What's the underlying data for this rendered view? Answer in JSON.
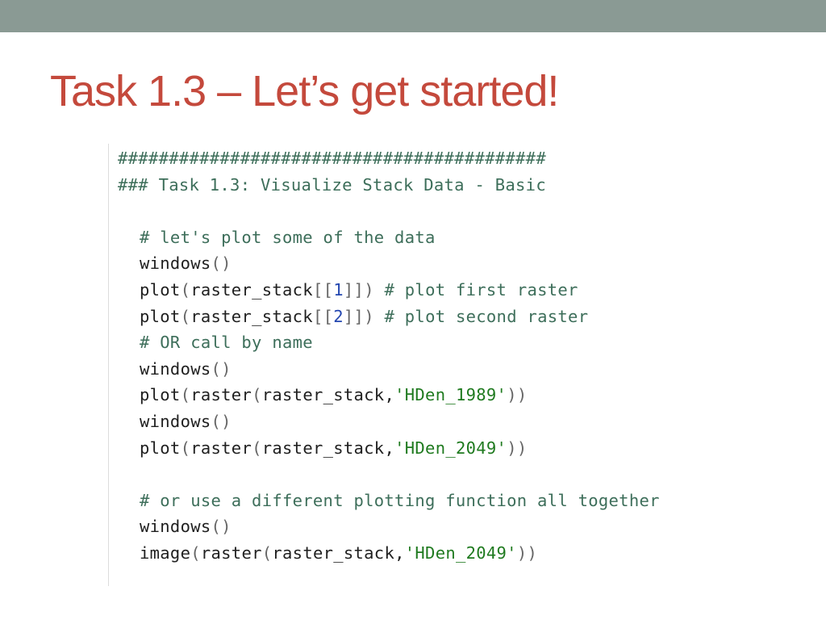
{
  "slide": {
    "title": "Task 1.3 – Let’s get started!",
    "band_color": "#8a9a94",
    "title_color": "#c4493c"
  },
  "code": {
    "header_hashes": "##########################################",
    "header_title": "### Task 1.3: Visualize Stack Data - Basic",
    "comment_plot": "# let's plot some of the data",
    "fn_windows": "windows",
    "fn_plot": "plot",
    "fn_raster": "raster",
    "fn_image": "image",
    "var_raster_stack": "raster_stack",
    "idx_1": "1",
    "idx_2": "2",
    "comment_first": "# plot first raster",
    "comment_second": "# plot second raster",
    "comment_or_name": "# OR call by name",
    "str_1989": "'HDen_1989'",
    "str_2049": "'HDen_2049'",
    "comment_different": "# or use a different plotting function all together"
  }
}
